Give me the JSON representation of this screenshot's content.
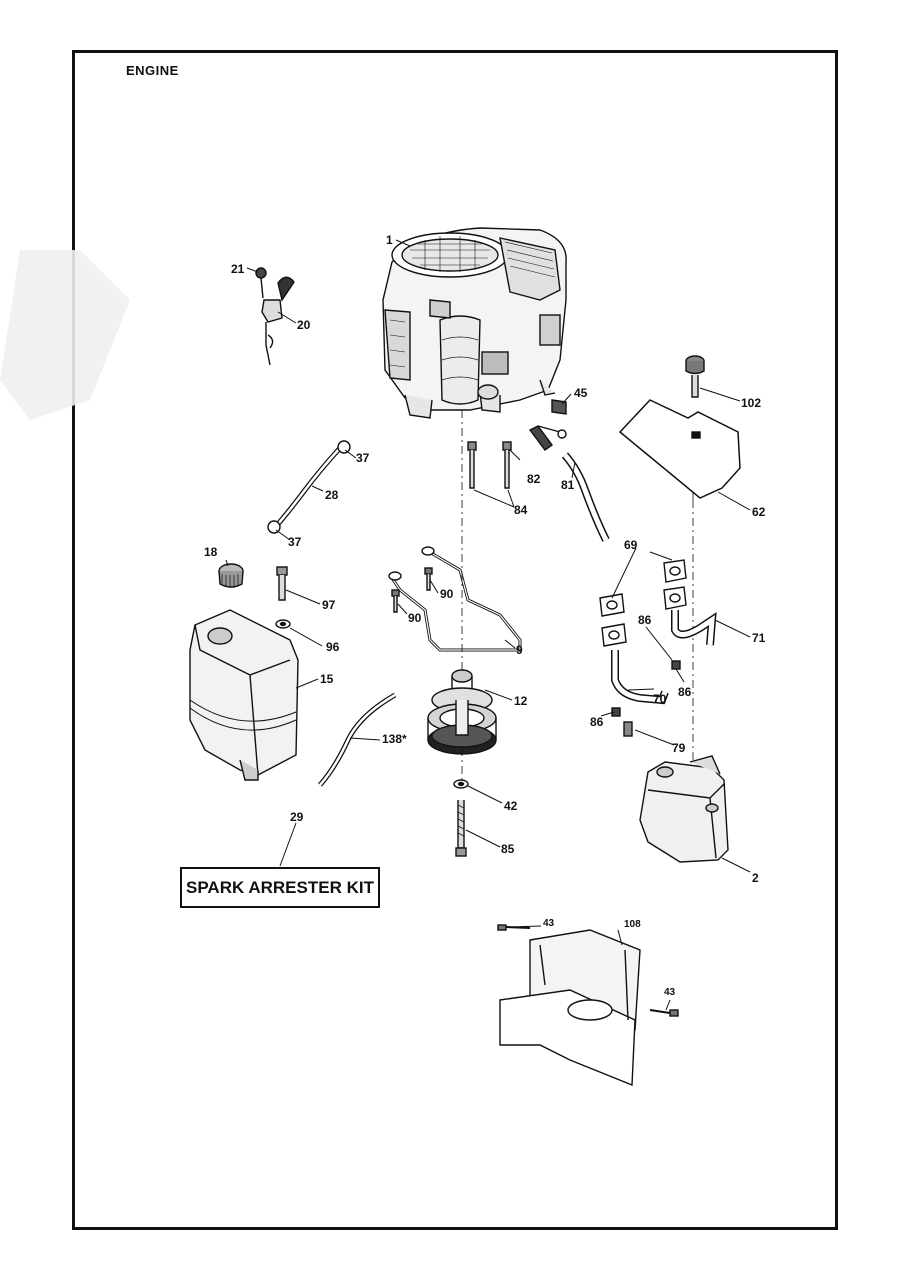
{
  "section_title": "ENGINE",
  "kit_label": "SPARK ARRESTER KIT",
  "callouts": {
    "c1": "1",
    "c2": "2",
    "c9": "9",
    "c12": "12",
    "c15": "15",
    "c18": "18",
    "c20": "20",
    "c21": "21",
    "c28": "28",
    "c29": "29",
    "c37a": "37",
    "c37b": "37",
    "c42": "42",
    "c43a": "43",
    "c43b": "43",
    "c45": "45",
    "c62": "62",
    "c69": "69",
    "c70": "70",
    "c71": "71",
    "c79": "79",
    "c81": "81",
    "c82": "82",
    "c84": "84",
    "c85": "85",
    "c86a": "86",
    "c86b": "86",
    "c86c": "86",
    "c90a": "90",
    "c90b": "90",
    "c96": "96",
    "c97": "97",
    "c102": "102",
    "c108": "108",
    "c138": "138*"
  },
  "icons": {
    "engine": "engine-illustration",
    "fuel_tank": "fuel-tank-illustration",
    "muffler": "muffler-illustration",
    "pulley": "pulley-illustration",
    "heat_shield": "heat-shield-illustration",
    "bracket": "mounting-bracket-illustration"
  }
}
